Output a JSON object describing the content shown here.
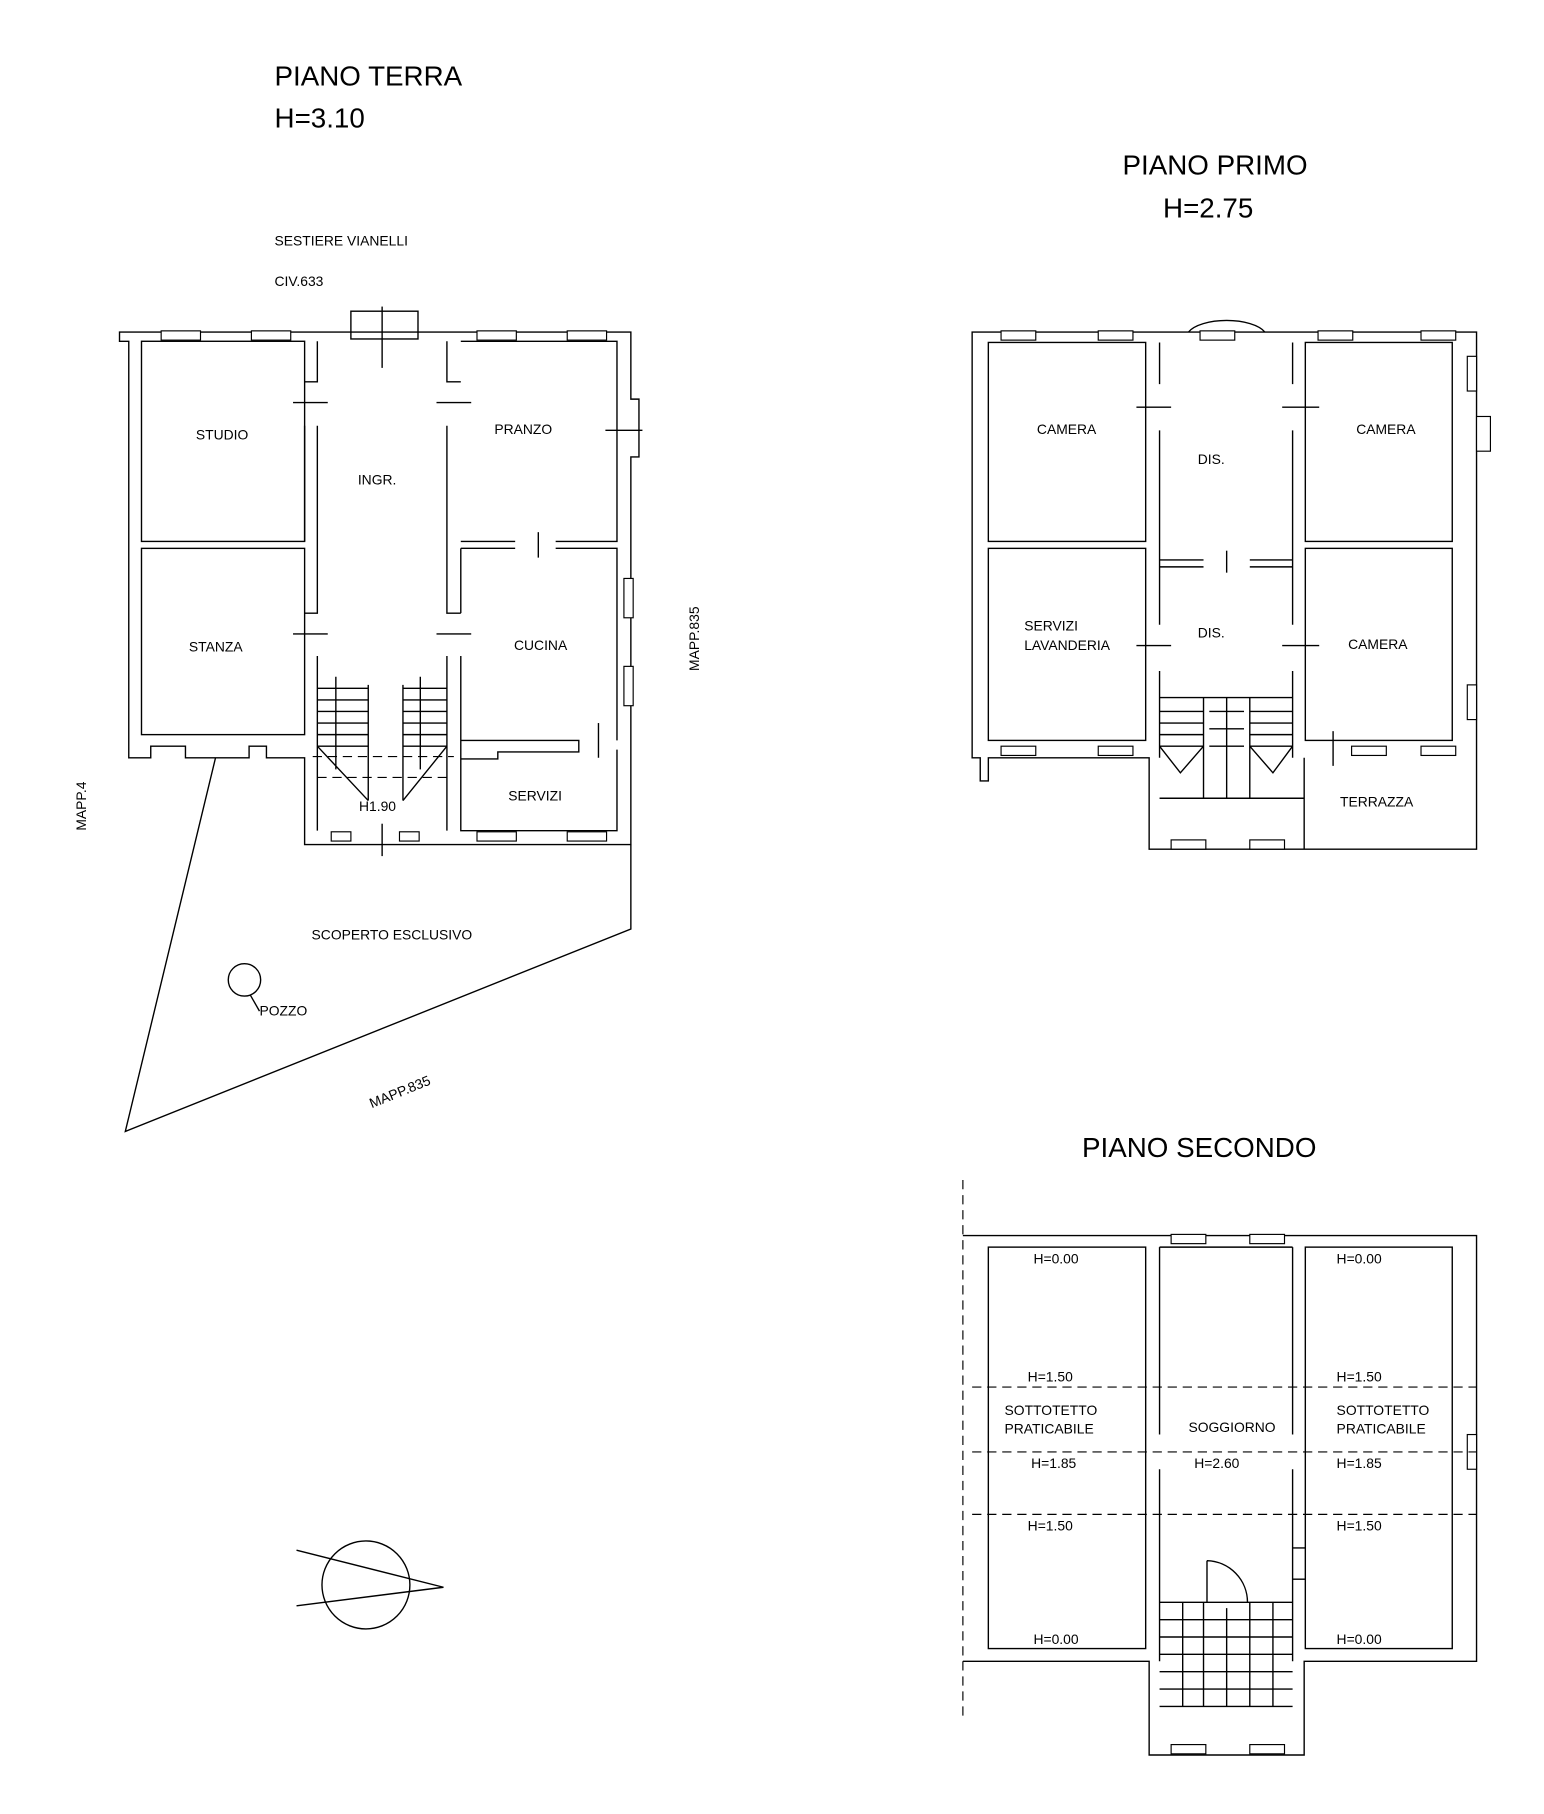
{
  "ground_floor": {
    "title": "PIANO TERRA",
    "height": "H=3.10",
    "address_1": "SESTIERE VIANELLI",
    "address_2": "CIV.633",
    "rooms": {
      "studio": "STUDIO",
      "ingresso": "INGR.",
      "pranzo": "PRANZO",
      "stanza": "STANZA",
      "cucina": "CUCINA",
      "servizi": "SERVIZI"
    },
    "stair_height": "H1.90",
    "yard": "SCOPERTO ESCLUSIVO",
    "well": "POZZO",
    "parcel_east": "MAPP.835",
    "parcel_west": "MAPP.4",
    "parcel_south": "MAPP.835"
  },
  "first_floor": {
    "title": "PIANO PRIMO",
    "height": "H=2.75",
    "rooms": {
      "camera_nw": "CAMERA",
      "camera_ne": "CAMERA",
      "dis_1": "DIS.",
      "dis_2": "DIS.",
      "servizi_1": "SERVIZI",
      "servizi_2": "LAVANDERIA",
      "camera_se": "CAMERA",
      "terrazza": "TERRAZZA"
    }
  },
  "second_floor": {
    "title": "PIANO SECONDO",
    "left": {
      "h_top": "H=0.00",
      "h_150a": "H=1.50",
      "name_1": "SOTTOTETTO",
      "name_2": "PRATICABILE",
      "h_185": "H=1.85",
      "h_150b": "H=1.50",
      "h_bottom": "H=0.00"
    },
    "right": {
      "h_top": "H=0.00",
      "h_150a": "H=1.50",
      "name_1": "SOTTOTETTO",
      "name_2": "PRATICABILE",
      "h_185": "H=1.85",
      "h_150b": "H=1.50",
      "h_bottom": "H=0.00"
    },
    "center": {
      "name": "SOGGIORNO",
      "height": "H=2.60"
    }
  }
}
